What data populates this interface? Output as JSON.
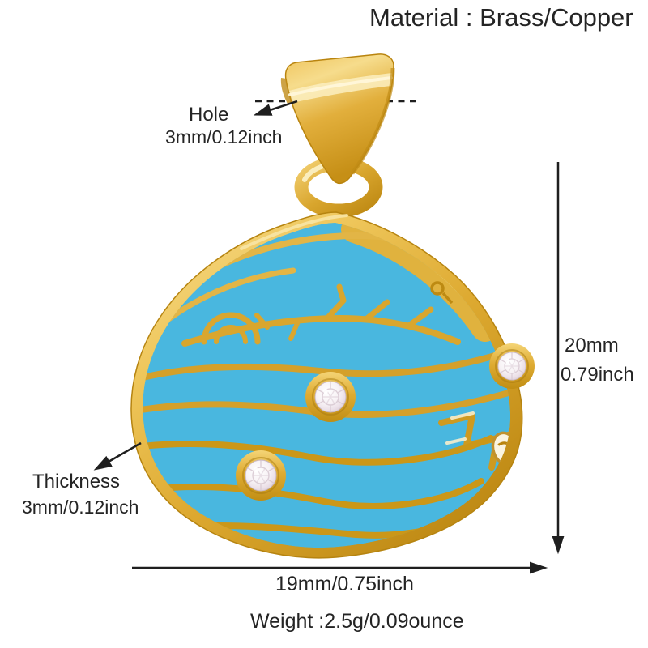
{
  "header": {
    "material": "Material : Brass/Copper"
  },
  "annotations": {
    "hole": {
      "label": "Hole",
      "value": "3mm/0.12inch"
    },
    "thickness": {
      "label": "Thickness",
      "value": "3mm/0.12inch"
    },
    "height": {
      "mm": "20mm",
      "inch": "0.79inch"
    },
    "width": "19mm/0.75inch",
    "weight": "Weight :2.5g/0.09ounce"
  },
  "colors": {
    "background": "#ffffff",
    "annotation": "#1f1f1f",
    "enamel_blue": "#49B7DF",
    "gold": "#D9A62E",
    "gold_dark": "#B8830F",
    "gold_light": "#F6DC8C",
    "crystal": "#F2EAEF"
  }
}
